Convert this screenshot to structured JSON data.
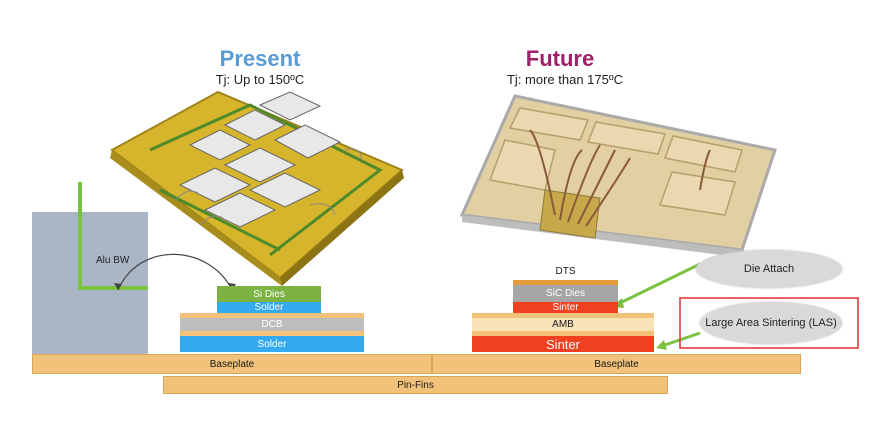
{
  "present": {
    "title": "Present",
    "subtitle": "Tj: Up to 150ºC"
  },
  "future": {
    "title": "Future",
    "subtitle": "Tj: more than 175ºC"
  },
  "present_stack": {
    "alu_bw": "Alu BW",
    "si_dies": "Si Dies",
    "solder_top": "Solder",
    "dcb": "DCB",
    "solder_bottom": "Solder"
  },
  "future_stack": {
    "dts": "DTS",
    "sic_dies": "SiC Dies",
    "sinter_top": "Sinter",
    "amb": "AMB",
    "sinter_bottom": "Sinter"
  },
  "baseplate_left": "Baseplate",
  "baseplate_right": "Baseplate",
  "pin_fins": "Pin-Fins",
  "callouts": {
    "die_attach": "Die Attach",
    "las": "Large Area Sintering (LAS)"
  },
  "colors": {
    "present_title": "#5b9bd5",
    "future_title": "#a0206a",
    "baseplate": "#f2c27a",
    "si_dies": "#7cb342",
    "solder": "#33aaf0",
    "dcb_gray": "#bdbdbd",
    "sic_dies": "#a6a6a6",
    "sinter": "#f04020",
    "amb": "#f7e3b7",
    "dts": "#e69b3d",
    "highlight_box": "#e03030",
    "arrow_green": "#7cc242"
  }
}
